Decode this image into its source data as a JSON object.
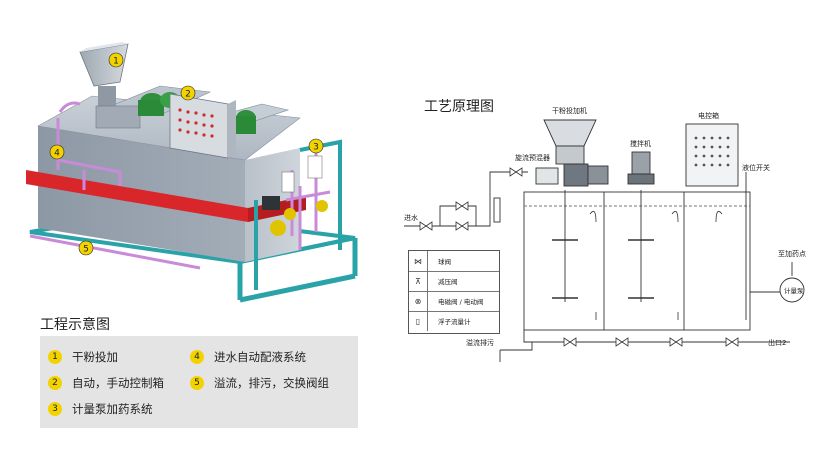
{
  "left_panel": {
    "callouts": [
      "1",
      "2",
      "3",
      "4",
      "5"
    ],
    "legend_title": "工程示意图",
    "legend_items": [
      {
        "num": "1",
        "label": "干粉投加"
      },
      {
        "num": "2",
        "label": "自动，手动控制箱"
      },
      {
        "num": "3",
        "label": "计量泵加药系统"
      },
      {
        "num": "4",
        "label": "进水自动配液系统"
      },
      {
        "num": "5",
        "label": "溢流，排污，交换阀组"
      }
    ]
  },
  "right_panel": {
    "title": "工艺原理图",
    "labels": {
      "dry_powder": "干粉投加机",
      "vortex": "旋流预混器",
      "mixer": "搅拌机",
      "control_box": "电控箱",
      "level_switch": "液位开关",
      "inlet": "进水",
      "to_dosing": "至加药点",
      "metering_pump": "计量泵",
      "overflow": "溢流排污",
      "outlet2": "出口2"
    },
    "symbols": [
      {
        "icon": "ball-valve",
        "label": "球阀"
      },
      {
        "icon": "pressure-reducing-valve",
        "label": "减压阀"
      },
      {
        "icon": "solenoid-valve",
        "label": "电磁阀 / 电动阀"
      },
      {
        "icon": "float-flowmeter",
        "label": "浮子流量计"
      }
    ]
  },
  "colors": {
    "badge": "#f2d300",
    "legend_bg": "#e4e4e4",
    "frame": "#2aa3a8",
    "red_band": "#d9262b",
    "tank": "#9aa7b3"
  }
}
